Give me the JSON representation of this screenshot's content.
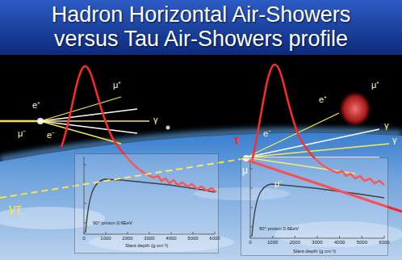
{
  "diagram": {
    "title": "Hadron Horizontal Air-Showers versus Tau Air-Showers profile",
    "nodes": [
      {
        "text": [
          "90° proton 0.6EeV",
          "Slant depth (g cm⁻²)"
        ]
      },
      {
        "text": [
          "90° proton 0.6EeV",
          "Slant depth (g cm⁻²)"
        ]
      }
    ],
    "labels": [
      "ντ",
      "e⁺",
      "μ⁺",
      "γ",
      "e⁻",
      "μ⁻",
      "τ",
      "μ",
      "e⁺",
      "μ⁺",
      "γ",
      "γ",
      "e⁻",
      "μ⁻",
      "0",
      "1000",
      "2000",
      "3000",
      "4000",
      "5000",
      "6000",
      "0",
      "1000",
      "2000",
      "3000",
      "4000",
      "5000",
      "6000"
    ]
  }
}
